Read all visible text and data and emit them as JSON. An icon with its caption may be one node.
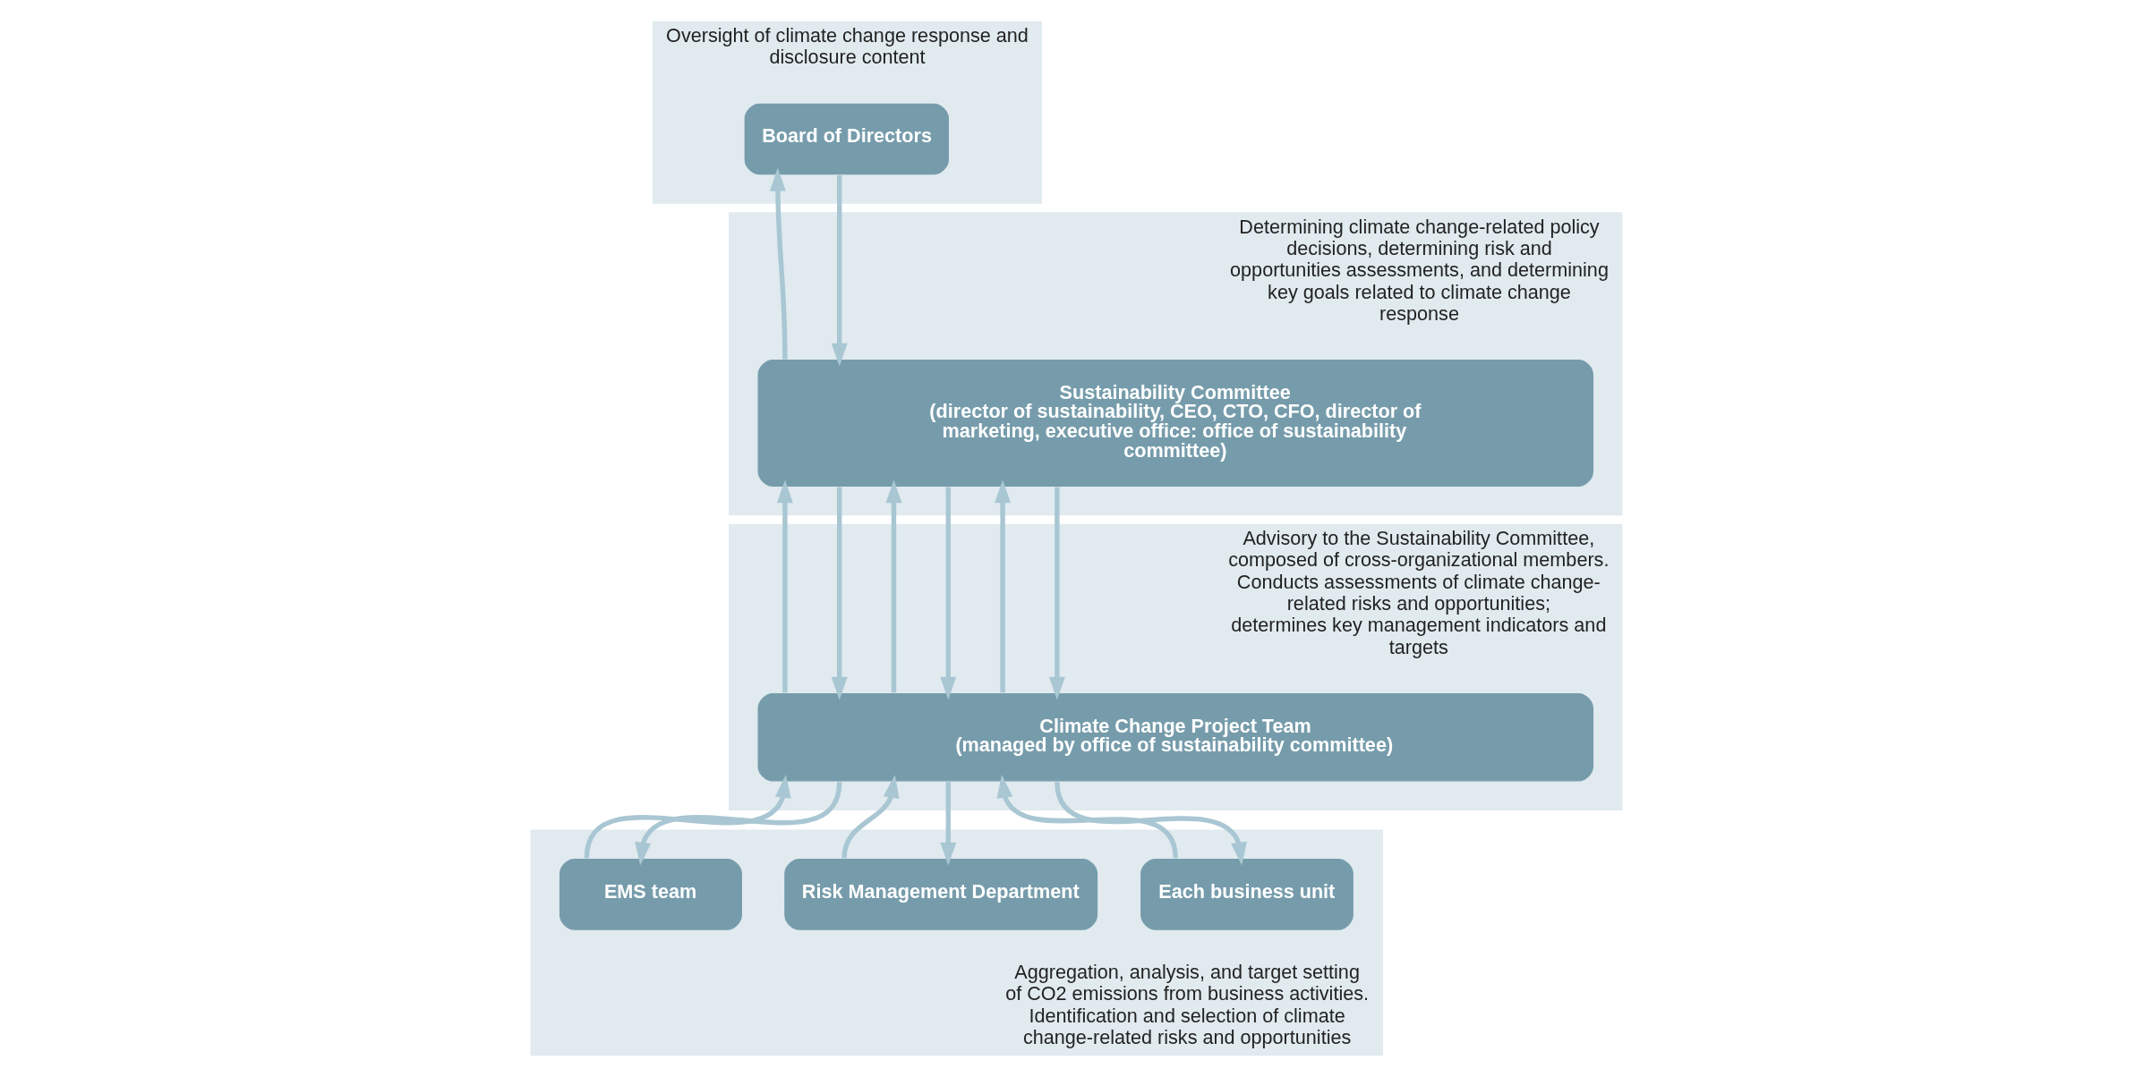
{
  "diagram": {
    "nodes": [
      {
        "text": [
          "Oversight of climate change response and disclosure content"
        ]
      },
      {
        "text": [
          "Board of Directors"
        ],
        "in": 0
      },
      {
        "text": [
          "Determining climate change-related policy decisions, determining risk and opportunities assessments, and determining key goals related to climate change response"
        ]
      },
      {
        "text": [
          "Sustainability Committee",
          "(director of sustainability, CEO, CTO, CFO, director of marketing, executive office: office of sustainability committee)"
        ],
        "in": 2
      },
      {
        "text": [
          "Advisory to the Sustainability Committee, composed of cross-organizational members. Conducts assessments of climate change-related risks and opportunities; determines key management indicators and targets"
        ]
      },
      {
        "text": [
          "Climate Change Project Team",
          "(managed by office of sustainability committee)"
        ],
        "in": 4
      },
      {
        "text": [
          "Aggregation, analysis, and target setting of CO2 emissions from business activities. Identification and selection of climate change-related risks and opportunities"
        ]
      },
      {
        "text": [
          "EMS team"
        ],
        "in": 6
      },
      {
        "text": [
          "Risk Management Department"
        ],
        "in": 6
      },
      {
        "text": [
          "Each business unit"
        ],
        "in": 6
      }
    ],
    "edges": [
      {
        "from": 3,
        "to": 1,
        "arrow": "to"
      },
      {
        "from": 1,
        "to": 3,
        "arrow": "to"
      },
      {
        "from": 5,
        "to": 3,
        "arrow": "to"
      },
      {
        "from": 3,
        "to": 5,
        "arrow": "to"
      },
      {
        "from": 5,
        "to": 3,
        "arrow": "to"
      },
      {
        "from": 3,
        "to": 5,
        "arrow": "to"
      },
      {
        "from": 5,
        "to": 3,
        "arrow": "to"
      },
      {
        "from": 3,
        "to": 5,
        "arrow": "to"
      },
      {
        "from": 7,
        "to": 5,
        "arrow": "to"
      },
      {
        "from": 5,
        "to": 7,
        "arrow": "to"
      },
      {
        "from": 8,
        "to": 5,
        "arrow": "to"
      },
      {
        "from": 5,
        "to": 8,
        "arrow": "to"
      },
      {
        "from": 9,
        "to": 5,
        "arrow": "to"
      },
      {
        "from": 5,
        "to": 9,
        "arrow": "to"
      }
    ]
  }
}
